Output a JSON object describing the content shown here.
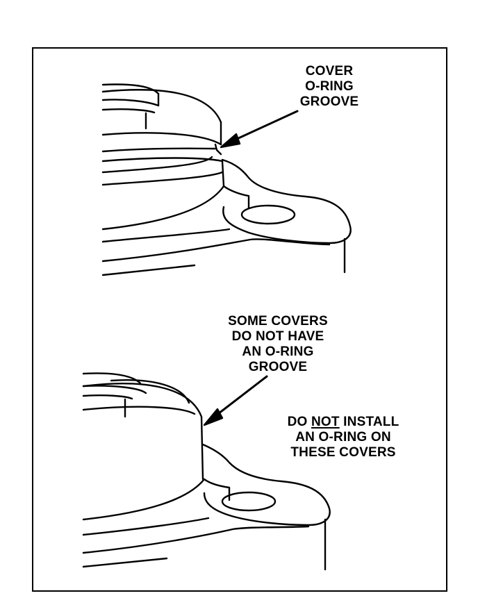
{
  "callouts": {
    "top": {
      "lines": [
        "COVER",
        "O-RING",
        "GROOVE"
      ]
    },
    "middle": {
      "lines": [
        "SOME COVERS",
        "DO NOT HAVE",
        "AN O-RING",
        "GROOVE"
      ]
    },
    "right": {
      "line1_pre": "DO ",
      "line1_emph": "NOT",
      "line1_post": " INSTALL",
      "line2": "AN O-RING ON",
      "line3": "THESE COVERS"
    }
  },
  "colors": {
    "ink": "#000000",
    "paper": "#ffffff"
  }
}
